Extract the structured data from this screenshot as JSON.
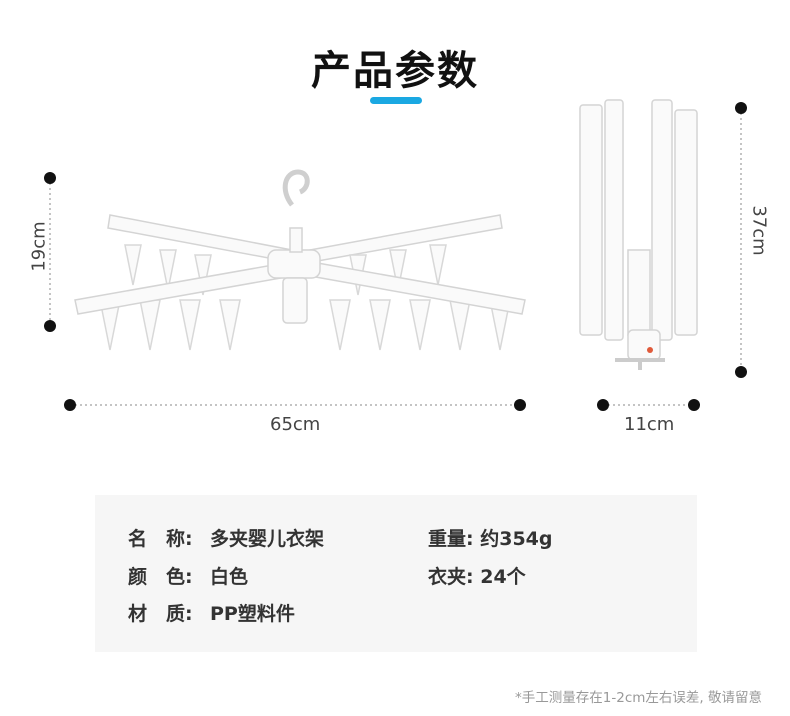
{
  "title": "产品参数",
  "colors": {
    "accent": "#1aa8e2",
    "dot": "#111111",
    "spec_bg": "#f6f6f6"
  },
  "dimensions": {
    "open_height": "19cm",
    "open_width": "65cm",
    "folded_height": "37cm",
    "folded_width": "11cm"
  },
  "specs": [
    {
      "label": "名　称:",
      "value": "多夹婴儿衣架"
    },
    {
      "label": "颜　色:",
      "value": "白色"
    },
    {
      "label": "材　质:",
      "value": "PP塑料件"
    },
    {
      "label": "重量:",
      "value": "约354g"
    },
    {
      "label": "衣夹:",
      "value": "24个"
    }
  ],
  "note": "*手工测量存在1-2cm左右误差, 敬请留意"
}
